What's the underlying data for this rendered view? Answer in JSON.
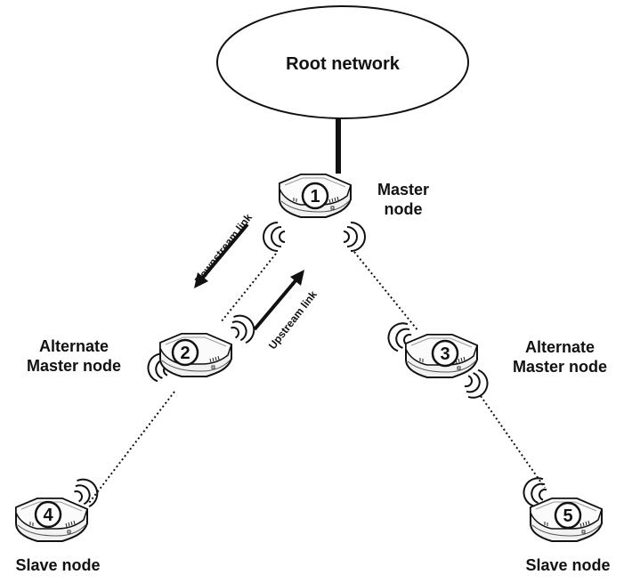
{
  "root_network": {
    "label": "Root network"
  },
  "nodes": [
    {
      "id": "1",
      "role": "master",
      "label_line1": "Master",
      "label_line2": "node"
    },
    {
      "id": "2",
      "role": "alternate-master",
      "label_line1": "Alternate",
      "label_line2": "Master node"
    },
    {
      "id": "3",
      "role": "alternate-master",
      "label_line1": "Alternate",
      "label_line2": "Master node"
    },
    {
      "id": "4",
      "role": "slave",
      "label_line1": "Slave node"
    },
    {
      "id": "5",
      "role": "slave",
      "label_line1": "Slave node"
    }
  ],
  "links": {
    "downstream_label": "Downstream link",
    "upstream_label": "Upstream link"
  },
  "colors": {
    "ink": "#111111",
    "device_fill": "#f4f4f4"
  }
}
